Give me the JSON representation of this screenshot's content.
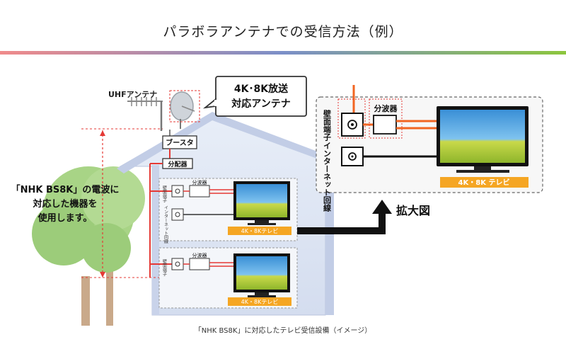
{
  "header": {
    "title": "パラボラアンテナでの受信方法（例）"
  },
  "colors": {
    "bar_left": "#f08a8a",
    "bar_mid": "#7b8fc8",
    "bar_right": "#8cc63e",
    "orange_cable": "#f26522",
    "red_dash": "#e53935",
    "house_wall": "#dfe6f3",
    "house_roof": "#c9d3ea",
    "tv_label_bg": "#f5a623",
    "tree": "#8fc46a"
  },
  "labels": {
    "uhf_antenna": "UHFアンテナ",
    "antenna_note_1": "4K･8K放送",
    "antenna_note_2": "対応アンテナ",
    "booster": "ブースタ",
    "distributor": "分配器",
    "left_note_1": "「NHK BS8K」の電波に",
    "left_note_2": "対応した機器を",
    "left_note_3": "使用します。",
    "splitter": "分波器",
    "wall_terminal": "壁面端子",
    "internet_line": "インターネット回線",
    "tv_label": "4K・8Kテレビ",
    "zoom_label": "拡大図",
    "zoom_tv_label": "4K・8K テレビ"
  },
  "caption": "「NHK BS8K」に対応したテレビ受信設備（イメージ）"
}
